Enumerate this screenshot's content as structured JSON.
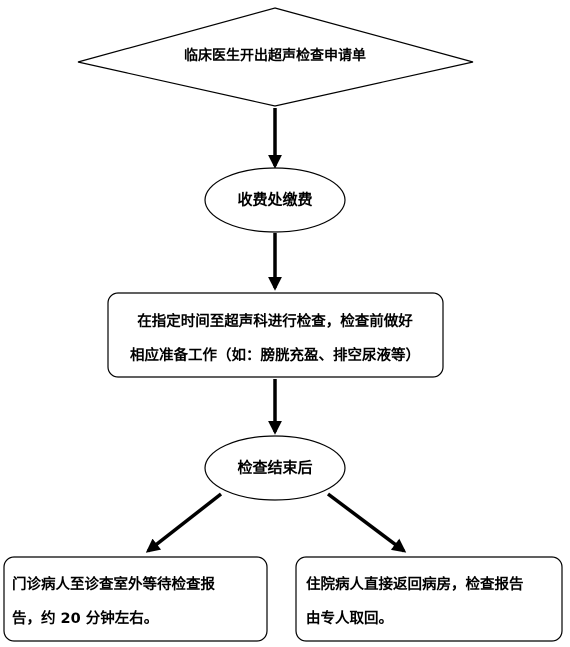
{
  "diagram": {
    "start_diamond": {
      "text": "临床医生开出超声检查申请单"
    },
    "payment": {
      "text": "收费处缴费"
    },
    "exam": {
      "line1": "在指定时间至超声科进行检查，检查前做好",
      "line2": "相应准备工作（如：膀胱充盈、排空尿液等）"
    },
    "exam_end": {
      "text": "检查结束后"
    },
    "outpatient": {
      "line1": "门诊病人至诊查室外等待检查报",
      "line2": "告，约 20 分钟左右。"
    },
    "inpatient": {
      "line1": "住院病人直接返回病房，检查报告",
      "line2": "由专人取回。"
    }
  },
  "colors": {
    "stroke": "#000000",
    "fill": "#ffffff",
    "text": "#000000"
  }
}
